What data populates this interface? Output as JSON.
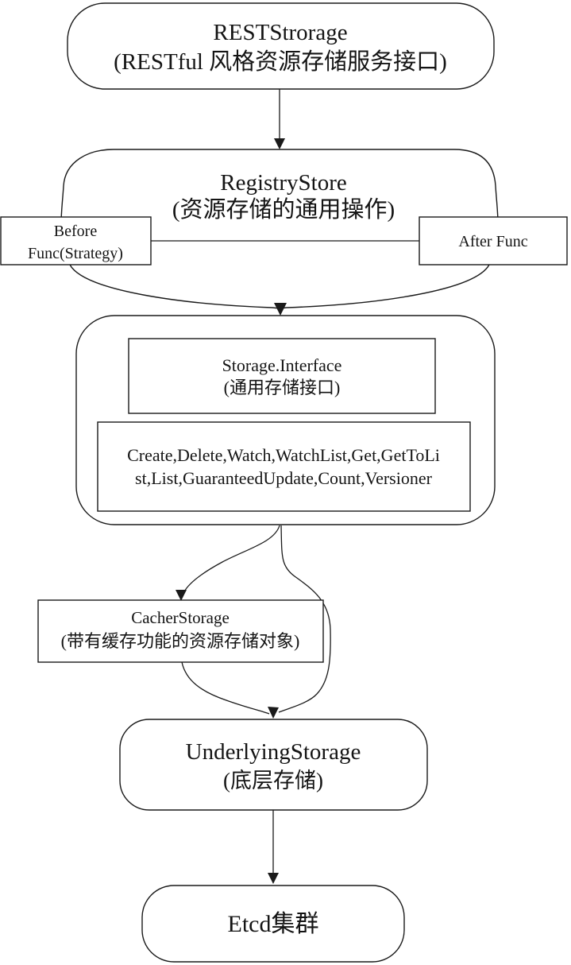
{
  "page": {
    "background": "#ffffff",
    "stroke_color": "#1a1a1a",
    "node_fill": "#ffffff"
  },
  "diagram": {
    "nodes": {
      "rest_storage": {
        "line1": "RESTStrorage",
        "line2": "(RESTful 风格资源存储服务接口)"
      },
      "registry_store": {
        "line1": "RegistryStore",
        "line2": "(资源存储的通用操作)"
      },
      "before_func": {
        "line1": "Before",
        "line2": "Func(Strategy)"
      },
      "after_func": {
        "line1": "After Func"
      },
      "storage_interface": {
        "line1": "Storage.Interface",
        "line2": "(通用存储接口)"
      },
      "interface_methods": {
        "line1": "Create,Delete,Watch,WatchList,Get,GetToLi",
        "line2": "st,List,GuaranteedUpdate,Count,Versioner"
      },
      "cacher_storage": {
        "line1": "CacherStorage",
        "line2": "(带有缓存功能的资源存储对象)"
      },
      "underlying_storage": {
        "line1": "UnderlyingStorage",
        "line2": "(底层存储)"
      },
      "etcd": {
        "line1": "Etcd集群"
      }
    }
  }
}
